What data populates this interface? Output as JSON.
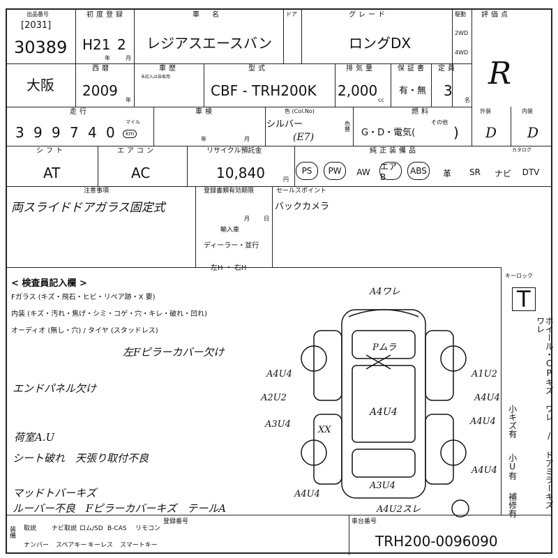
{
  "header": {
    "venue_label": "出品番号",
    "venue_code": "[2031]",
    "lot_number": "30389",
    "first_reg_label": "初度登録",
    "first_reg_era": "H21",
    "first_reg_month": "2",
    "year_unit": "年",
    "month_unit": "月",
    "model_label": "車　名",
    "model": "レジアスエースバン",
    "door_label": "ドア",
    "grade_label": "グレード",
    "grade": "ロングDX",
    "drive_label": "駆動",
    "drive_2wd": "2WD",
    "drive_4wd": "4WD",
    "score_label": "評価点",
    "score": "R"
  },
  "row2": {
    "region": "大阪",
    "year_label": "西暦",
    "year": "2009",
    "year_unit": "年",
    "body_label": "車歴",
    "body_note": "未記入は自家用",
    "type_label": "型式",
    "type": "CBF - TRH200K",
    "displacement_label": "排気量",
    "displacement": "2,000",
    "cc": "cc",
    "warranty_label": "保証書",
    "warranty": "有・無",
    "capacity_label": "定員",
    "capacity": "3",
    "capacity_unit": "名"
  },
  "row3": {
    "mileage_label": "走行",
    "mileage_digits": [
      "3",
      "9",
      "9",
      "7",
      "4",
      "0"
    ],
    "mileage_unit_mile": "マイル",
    "mileage_unit_km": "km",
    "inspection_label": "車検",
    "inspection_year": "年",
    "inspection_month": "月",
    "color_label": "色 (Col.No)",
    "color": "シルバー",
    "color_code": "(E7)",
    "color_change": "色替",
    "fuel_label": "燃料",
    "fuel": "G・D・電気(",
    "fuel_other": "その他",
    "fuel_close": ")",
    "exterior_label": "外装",
    "exterior": "D",
    "interior_label": "内装",
    "interior": "D"
  },
  "row4": {
    "shift_label": "シフト",
    "shift": "AT",
    "ac_label": "エアコン",
    "ac": "AC",
    "recycle_label": "リサイクル預託金",
    "recycle": "10,840",
    "yen": "円",
    "equipment_label": "純正装備品",
    "equipment": [
      "PS",
      "PW",
      "AW",
      "エアB",
      "ABS",
      "革",
      "SR",
      "ナビ",
      "DTV"
    ],
    "equipment_circled": [
      true,
      true,
      false,
      true,
      true,
      false,
      false,
      false,
      false
    ],
    "catalog_label": "カタログ"
  },
  "notes": {
    "caution_label": "注意事項",
    "caution_text": "両スライドドアガラス固定式",
    "reg_expiry_label": "登録書類有効期限",
    "month": "月",
    "day": "日",
    "import_label": "輸入車",
    "import_type": "ディーラー・並行",
    "handle": "左H ・ 右H",
    "sales_point_label": "セールスポイント",
    "sales_point": "バックカメラ"
  },
  "inspector": {
    "title": "< 検査員記入欄 >",
    "line1": "Fガラス (キズ・飛石・ヒビ・リペア跡・X 要)",
    "line2": "内装 (キズ・汚れ・焦げ・シミ・コゲ・穴・キレ・破れ・凹れ)",
    "line3": "オーディオ (無し・穴) / タイヤ (スタッドレス)",
    "hand1": "左Fピラーカバー欠け",
    "hand2": "エンドパネル欠け",
    "hand3": "荷室A.U",
    "hand4": "シート破れ　天張り取付不良",
    "hand5": "マッドトバーキズ",
    "hand6": "ルーバー不良　Fピラーカバーキズ　テールA"
  },
  "diagram": {
    "marks": {
      "top": "A4ワレ",
      "roof": "Pムラ",
      "fl1": "A4U4",
      "fl2": "A2U2",
      "fl3": "A3U4",
      "xx": "XX",
      "center": "A4U4",
      "fr1": "A1U2",
      "fr2": "A4U4",
      "fr3": "A4U4",
      "rr": "A4U4",
      "rl": "A4U4",
      "rear": "A3U4",
      "bottom": "A4U2スレ"
    }
  },
  "right_column": {
    "keylock_label": "キーロック",
    "keylock": "T",
    "vertical_text": "ホイール・CPキズ ワレ / ドアミラーキズ ワレ",
    "small_scratch": "小キズ有",
    "small_u": "小U有",
    "repair": "補修有"
  },
  "footer": {
    "options_label": "装備",
    "row1": [
      "取説",
      "ナビ取説",
      "ロム/SD",
      "B-CAS",
      "リモコン"
    ],
    "row2": [
      "ナンバー",
      "スペアキー",
      "キーレス",
      "スマートキー"
    ],
    "registration_label": "登録番号",
    "chassis_label": "車台番号",
    "chassis": "TRH200-0096090"
  }
}
